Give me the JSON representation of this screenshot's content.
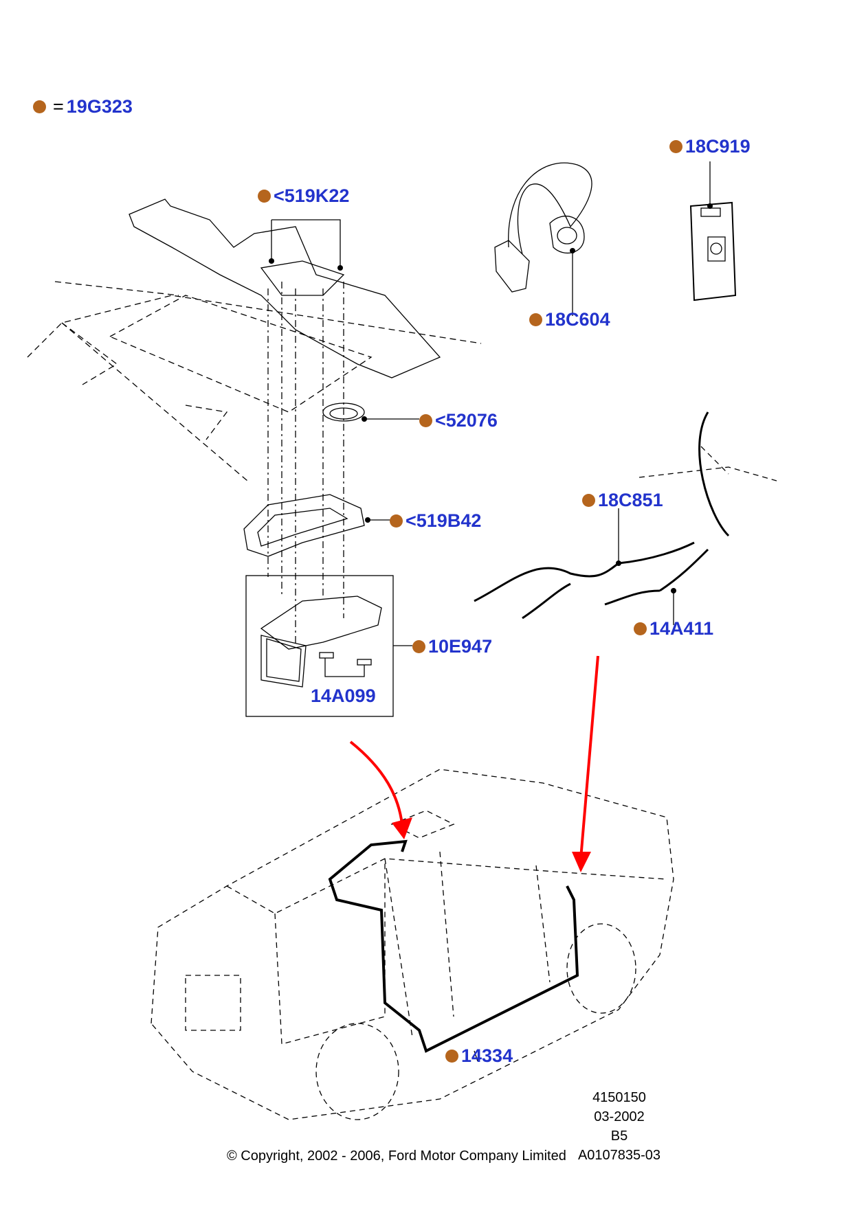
{
  "legend": {
    "symbol_color": "#b5651d",
    "equals": "=",
    "code": "19G323"
  },
  "labels": {
    "p519K22": "<519K22",
    "p18C919": "18C919",
    "p18C604": "18C604",
    "p52076": "<52076",
    "p519B42": "<519B42",
    "p18C851": "18C851",
    "p14A411": "14A411",
    "p10E947": "10E947",
    "p14A099": "14A099",
    "p14334": "14334"
  },
  "meta": {
    "line1": "4150150",
    "line2": "03-2002",
    "line3": "B5",
    "line4": "A0107835-03"
  },
  "copyright": "© Copyright, 2002 - 2006, Ford Motor Company Limited",
  "colors": {
    "label_text": "#2233cc",
    "bullet": "#b5651d",
    "arrow": "#ff0000",
    "line": "#000000"
  }
}
